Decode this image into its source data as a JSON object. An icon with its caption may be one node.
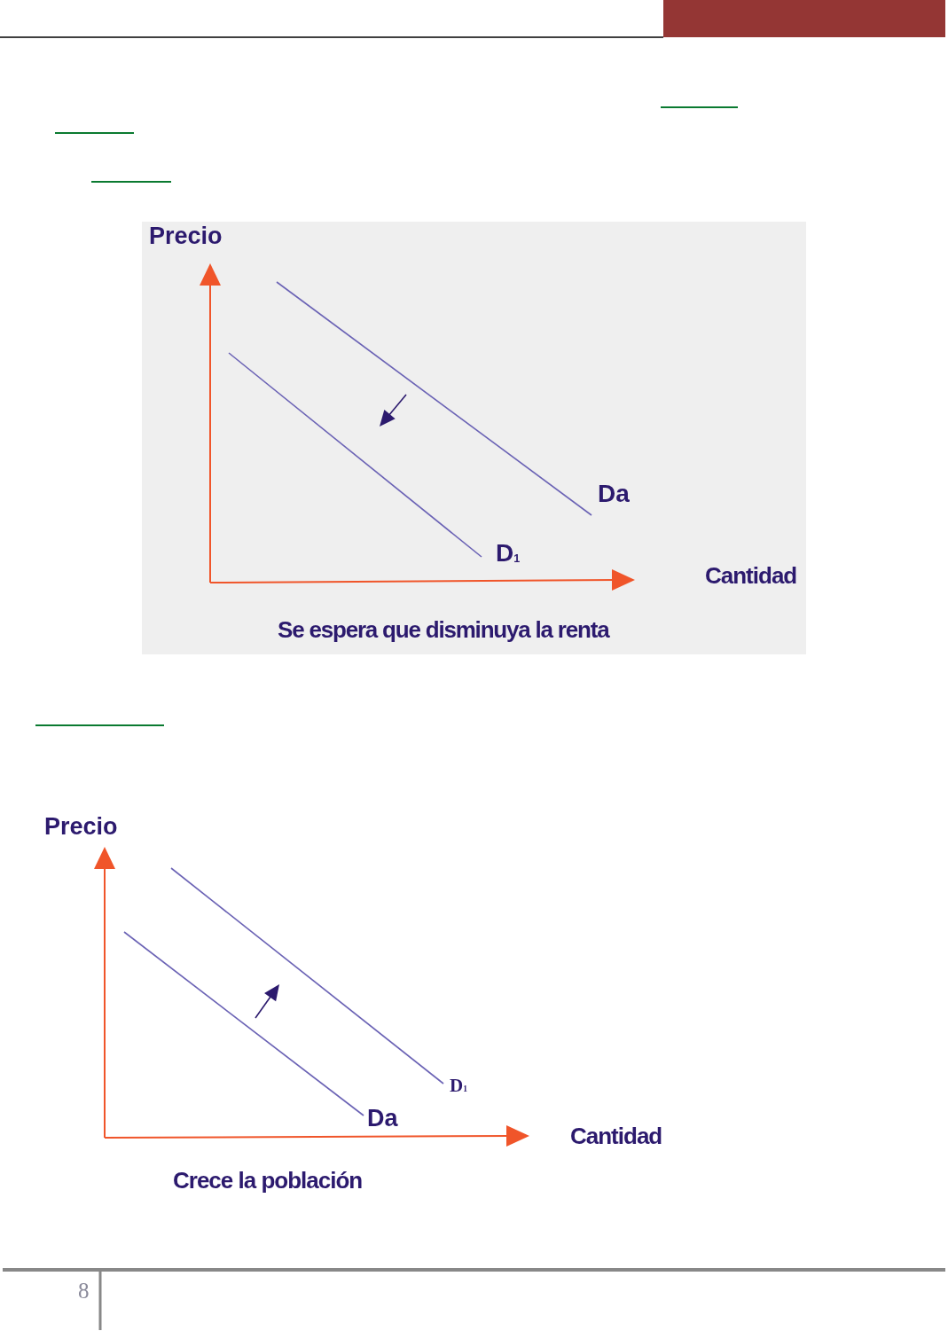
{
  "diagram": {
    "labels": [
      "Precio",
      "Da",
      "D$_{1}$",
      "Cantidad",
      "Se espera que disminuya la renta",
      "Precio",
      "D$_{1}$",
      "Da",
      "Cantidad",
      "Crece la población",
      "8"
    ]
  }
}
